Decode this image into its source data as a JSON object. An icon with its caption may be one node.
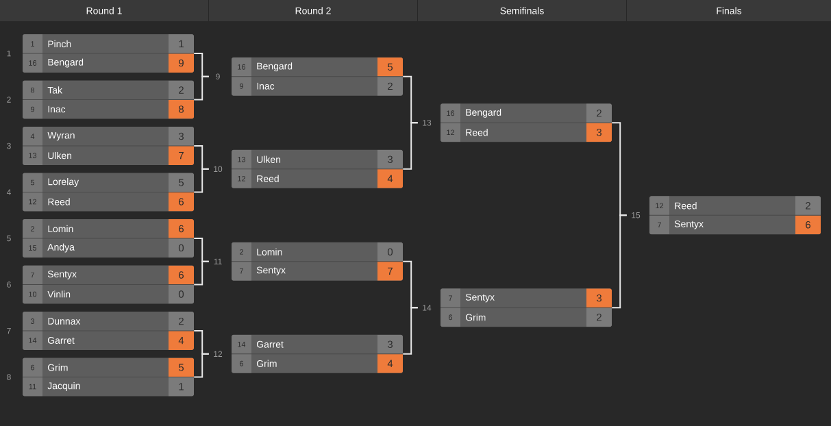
{
  "diagram": {
    "nodes": [
      {
        "text": [
          "1",
          "Pinch",
          "1",
          "16",
          "Bengard",
          "9"
        ],
        "beside": [
          "1"
        ]
      },
      {
        "text": [
          "8",
          "Tak",
          "2",
          "9",
          "Inac",
          "8"
        ],
        "beside": [
          "2"
        ]
      },
      {
        "text": [
          "4",
          "Wyran",
          "3",
          "13",
          "Ulken",
          "7"
        ],
        "beside": [
          "3"
        ]
      },
      {
        "text": [
          "5",
          "Lorelay",
          "5",
          "12",
          "Reed",
          "6"
        ],
        "beside": [
          "4"
        ]
      },
      {
        "text": [
          "2",
          "Lomin",
          "6",
          "15",
          "Andya",
          "0"
        ],
        "beside": [
          "5"
        ]
      },
      {
        "text": [
          "7",
          "Sentyx",
          "6",
          "10",
          "Vinlin",
          "0"
        ],
        "beside": [
          "6"
        ]
      },
      {
        "text": [
          "3",
          "Dunnax",
          "2",
          "14",
          "Garret",
          "4"
        ],
        "beside": [
          "7"
        ]
      },
      {
        "text": [
          "6",
          "Grim",
          "5",
          "11",
          "Jacquin",
          "1"
        ],
        "beside": [
          "8"
        ]
      },
      {
        "text": [
          "16",
          "Bengard",
          "5",
          "9",
          "Inac",
          "2"
        ],
        "beside": [
          "9"
        ]
      },
      {
        "text": [
          "13",
          "Ulken",
          "3",
          "12",
          "Reed",
          "4"
        ],
        "beside": [
          "10"
        ]
      },
      {
        "text": [
          "2",
          "Lomin",
          "0",
          "7",
          "Sentyx",
          "7"
        ],
        "beside": [
          "11"
        ]
      },
      {
        "text": [
          "14",
          "Garret",
          "3",
          "6",
          "Grim",
          "4"
        ],
        "beside": [
          "12"
        ]
      },
      {
        "text": [
          "16",
          "Bengard",
          "2",
          "12",
          "Reed",
          "3"
        ],
        "beside": [
          "13"
        ]
      },
      {
        "text": [
          "7",
          "Sentyx",
          "3",
          "6",
          "Grim",
          "2"
        ],
        "beside": [
          "14"
        ]
      },
      {
        "text": [
          "12",
          "Reed",
          "2",
          "7",
          "Sentyx",
          "6"
        ],
        "beside": [
          "15"
        ]
      }
    ],
    "edges": [
      {
        "from": 0,
        "to": 8,
        "arrow": "none"
      },
      {
        "from": 1,
        "to": 8,
        "arrow": "none"
      },
      {
        "from": 2,
        "to": 9,
        "arrow": "none"
      },
      {
        "from": 3,
        "to": 9,
        "arrow": "none"
      },
      {
        "from": 4,
        "to": 10,
        "arrow": "none"
      },
      {
        "from": 5,
        "to": 10,
        "arrow": "none"
      },
      {
        "from": 6,
        "to": 11,
        "arrow": "none"
      },
      {
        "from": 7,
        "to": 11,
        "arrow": "none"
      },
      {
        "from": 8,
        "to": 12,
        "arrow": "none"
      },
      {
        "from": 9,
        "to": 12,
        "arrow": "none"
      },
      {
        "from": 10,
        "to": 13,
        "arrow": "none"
      },
      {
        "from": 11,
        "to": 13,
        "arrow": "none"
      },
      {
        "from": 12,
        "to": 14,
        "arrow": "none"
      },
      {
        "from": 13,
        "to": 14,
        "arrow": "none"
      }
    ],
    "labels": [
      "Round 1",
      "Round 2",
      "Semifinals",
      "Finals"
    ]
  }
}
